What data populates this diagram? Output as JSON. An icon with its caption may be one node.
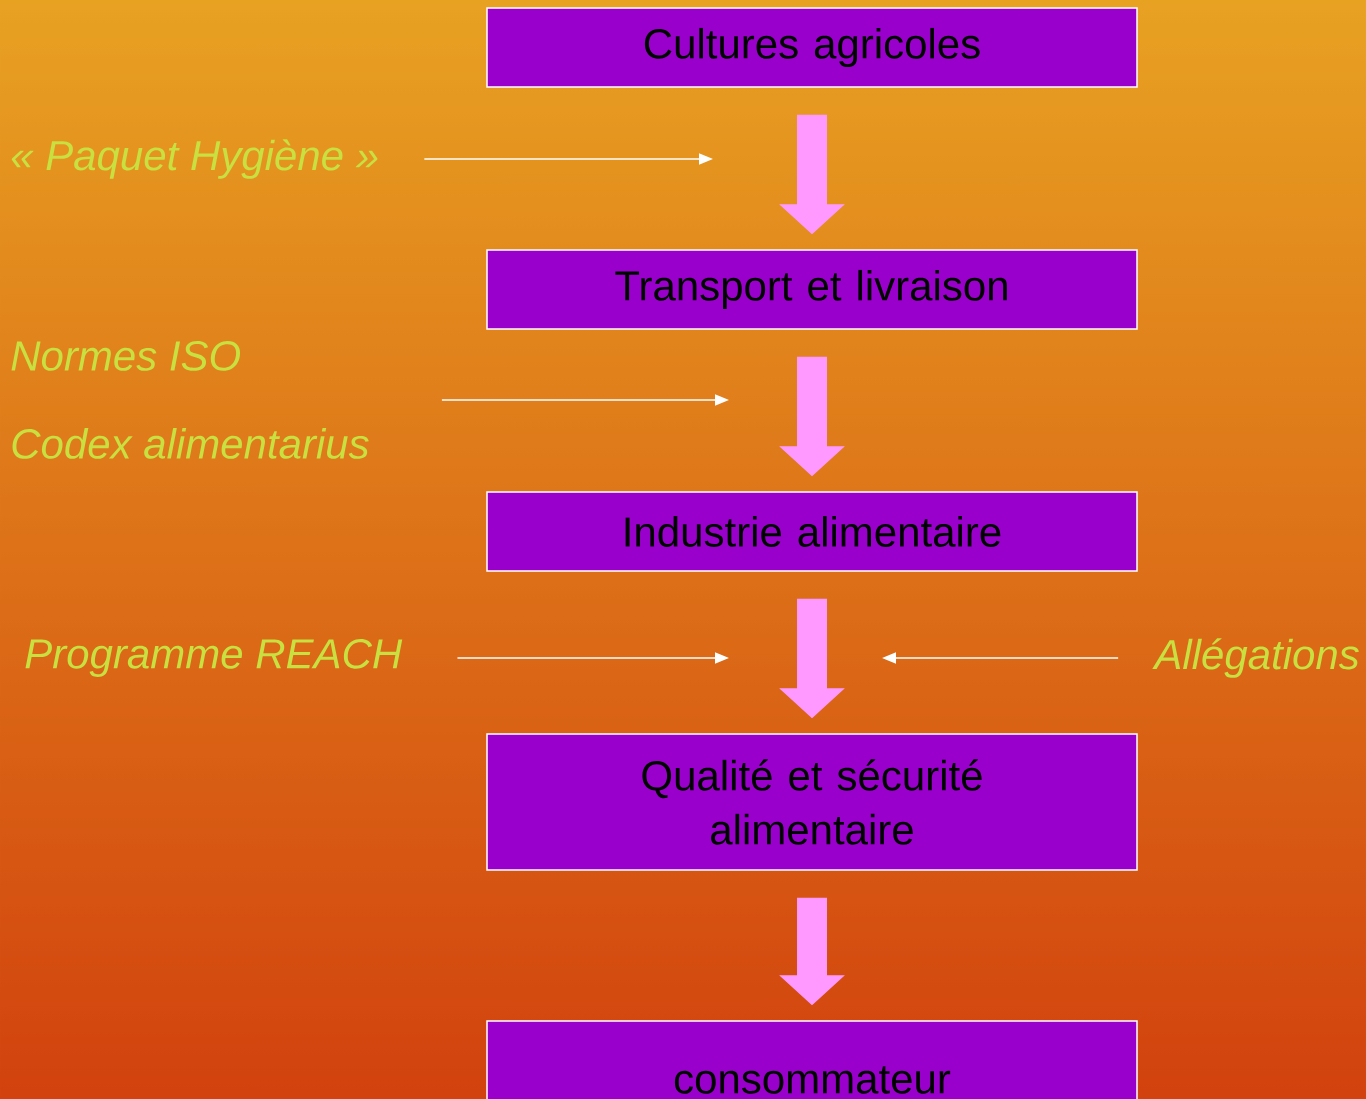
{
  "diagram": {
    "nodes": [
      {
        "text": [
          "Cultures agricoles"
        ]
      },
      {
        "text": [
          "Transport et livraison"
        ]
      },
      {
        "text": [
          "Industrie alimentaire"
        ]
      },
      {
        "text": [
          "Qualité et sécurité alimentaire"
        ]
      },
      {
        "text": [
          "consommateur"
        ]
      },
      {
        "text": [
          "« Paquet Hygiène »"
        ]
      },
      {
        "text": [
          "Normes ISO",
          "Codex alimentarius"
        ]
      },
      {
        "text": [
          "Programme REACH"
        ]
      },
      {
        "text": [
          "Allégations"
        ]
      }
    ],
    "edges": [
      {
        "from": 0,
        "to": 1,
        "arrow": "to",
        "style": "thick",
        "color": "#ff99ff"
      },
      {
        "from": 1,
        "to": 2,
        "arrow": "to",
        "style": "thick",
        "color": "#ff99ff"
      },
      {
        "from": 2,
        "to": 3,
        "arrow": "to",
        "style": "thick",
        "color": "#ff99ff"
      },
      {
        "from": 3,
        "to": 4,
        "arrow": "to",
        "style": "thick",
        "color": "#ff99ff"
      },
      {
        "from": 5,
        "to": null,
        "arrow": "to",
        "color": "#ffffff"
      },
      {
        "from": 6,
        "to": null,
        "arrow": "to",
        "color": "#ffffff"
      },
      {
        "from": 7,
        "to": null,
        "arrow": "to",
        "color": "#ffffff"
      },
      {
        "from": 8,
        "to": null,
        "arrow": "to",
        "color": "#ffffff"
      }
    ]
  }
}
